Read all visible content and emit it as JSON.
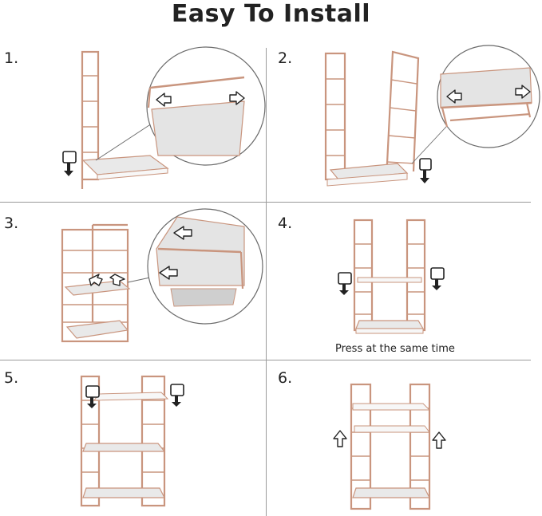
{
  "header": {
    "title": "Easy To Install"
  },
  "steps": [
    {
      "number": "1.",
      "caption": ""
    },
    {
      "number": "2.",
      "caption": ""
    },
    {
      "number": "3.",
      "caption": ""
    },
    {
      "number": "4.",
      "caption": "Press at the same time"
    },
    {
      "number": "5.",
      "caption": ""
    },
    {
      "number": "6.",
      "caption": ""
    }
  ],
  "colors": {
    "frame": "#c9957e",
    "shelf": "#e9e9e9",
    "divider": "#9a9a9a"
  },
  "icons": [
    "press-hand-icon",
    "hollow-arrow-icon",
    "up-arrow-icon",
    "magnifier-lens-icon"
  ]
}
